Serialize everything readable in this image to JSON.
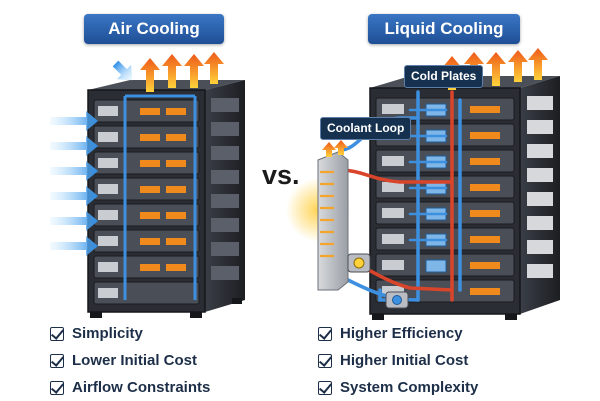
{
  "air": {
    "title": "Air Cooling",
    "features": [
      "Simplicity",
      "Lower Initial Cost",
      "Airflow Constraints"
    ]
  },
  "vs": "vs.",
  "liquid": {
    "title": "Liquid Cooling",
    "cold_plates_label": "Cold Plates",
    "coolant_loop_label": "Coolant Loop",
    "features": [
      "Higher Efficiency",
      "Higher Initial Cost",
      "System Complexity"
    ]
  },
  "colors": {
    "title_badge": "#2a62b0",
    "callout": "#16314f",
    "cool_blue": "#3d8fe0",
    "heat_orange": "#f08a1c",
    "hot_red": "#d9452b",
    "rack_dark": "#2a2d33",
    "text_dark": "#1d2f48"
  },
  "icons": [
    "check-icon",
    "airflow-arrow-icon",
    "heat-arrow-icon",
    "radiator-icon",
    "pump-icon"
  ]
}
